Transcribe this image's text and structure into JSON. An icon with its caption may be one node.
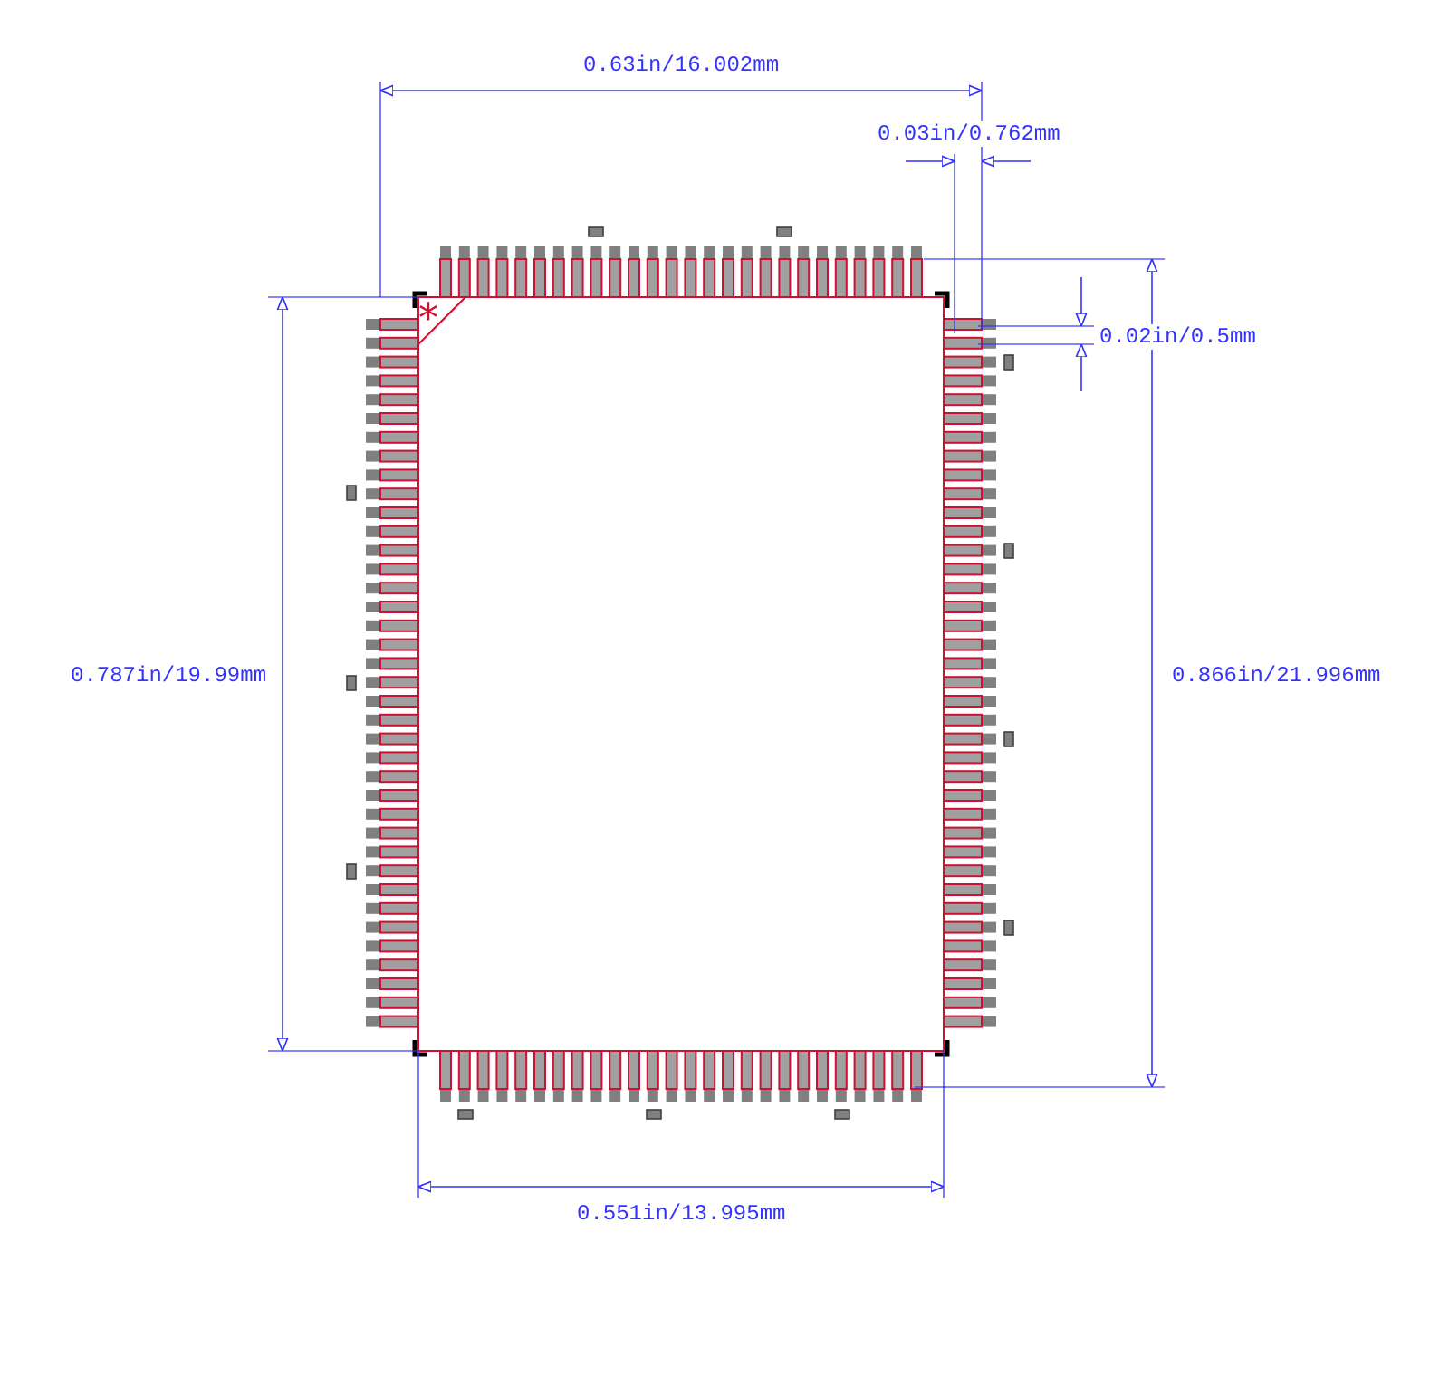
{
  "diagram": {
    "labels": [
      "0.63in/16.002mm",
      "0.03in/0.762mm",
      "0.02in/0.5mm",
      "*",
      "0.787in/19.99mm",
      "0.866in/21.996mm",
      "0.551in/13.995mm"
    ]
  }
}
